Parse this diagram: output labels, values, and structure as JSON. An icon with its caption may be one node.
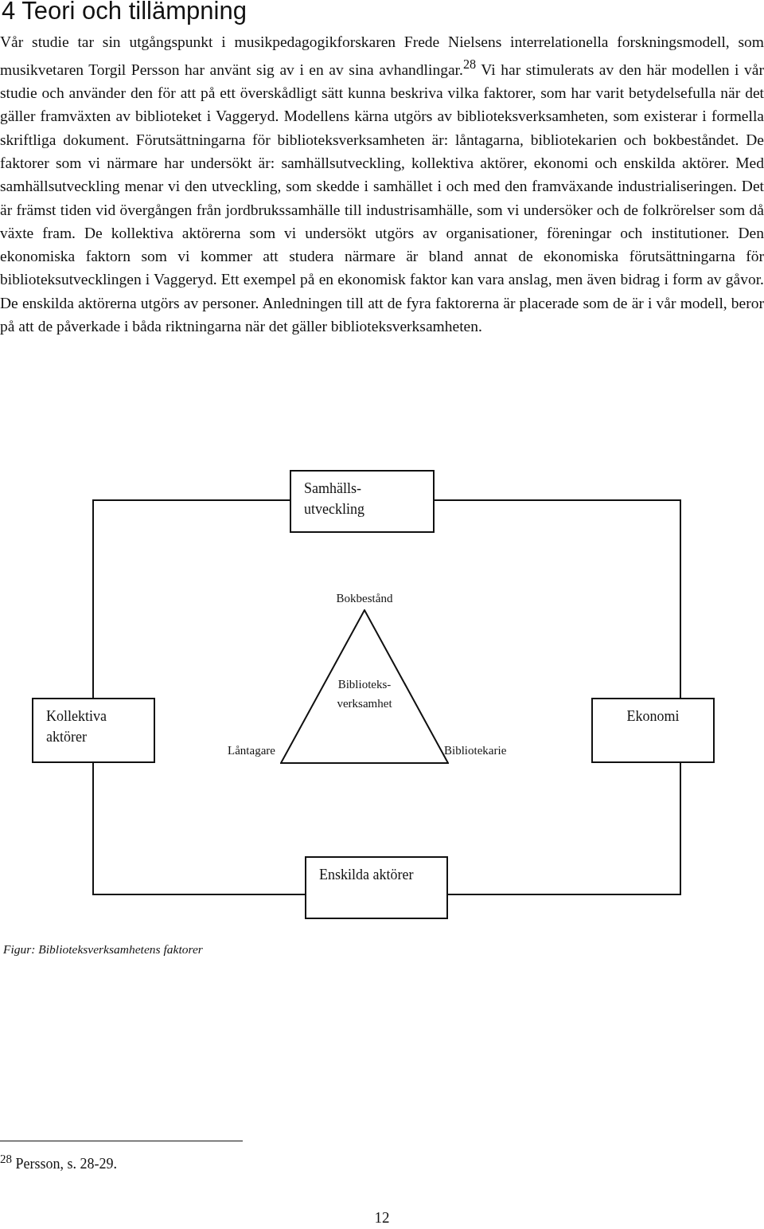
{
  "diagram": {
    "title": "4 Teori och tillämpning",
    "caption": "Figur: Biblioteksverksamhetens faktorer",
    "nodes": [
      {
        "text": [
          "Samhälls- utveckling"
        ]
      },
      {
        "text": [
          "Biblioteks- verksamhet"
        ],
        "beside": [
          "Bokbestånd",
          "Låntagare",
          "Bibliotekarie"
        ]
      },
      {
        "text": [
          "Kollektiva aktörer"
        ]
      },
      {
        "text": [
          "Ekonomi"
        ]
      },
      {
        "text": [
          "Enskilda aktörer"
        ]
      }
    ],
    "edges": [
      {
        "from": 0,
        "to": 2,
        "arrow": "none"
      },
      {
        "from": 0,
        "to": 3,
        "arrow": "none"
      },
      {
        "from": 2,
        "to": 4,
        "arrow": "none"
      },
      {
        "from": 3,
        "to": 4,
        "arrow": "none"
      }
    ],
    "labels": [
      "Vår studie tar sin utgångspunkt i musikpedagogikforskaren Frede Nielsens interrelationella forskningsmodell, som musikvetaren Torgil Persson har använt sig av i en av sina avhandlingar.$^{28}$ Vi har stimulerats av den här modellen i vår studie och använder den för att på ett överskådligt sätt kunna beskriva vilka faktorer, som har varit betydelsefulla när det gäller framväxten av biblioteket i Vaggeryd. Modellens kärna utgörs av biblioteksverksamheten, som existerar i formella skriftliga dokument. Förutsättningarna för biblioteksverksamheten är: låntagarna, bibliotekarien och bokbeståndet. De faktorer som vi närmare har undersökt är: samhällsutveckling, kollektiva aktörer, ekonomi och enskilda aktörer. Med samhällsutveckling menar vi den utveckling, som skedde i samhället i och med den framväxande industrialiseringen. Det är främst tiden vid övergången från jordbrukssamhälle till industrisamhälle, som vi undersöker och de folkrörelser som då växte fram. De kollektiva aktörerna som vi undersökt utgörs av organisationer, föreningar och institutioner. Den ekonomiska faktorn som vi kommer att studera närmare är bland annat de ekonomiska förutsättningarna för biblioteksutvecklingen i Vaggeryd. Ett exempel på en ekonomisk faktor kan vara anslag, men även bidrag i form av gåvor. De enskilda aktörerna utgörs av personer. Anledningen till att de fyra faktorerna är placerade som de är i vår modell, beror på att de påverkade i båda riktningarna när det gäller biblioteksverksamheten.",
      "$^{28}$ Persson, s. 28-29.",
      "12"
    ]
  }
}
